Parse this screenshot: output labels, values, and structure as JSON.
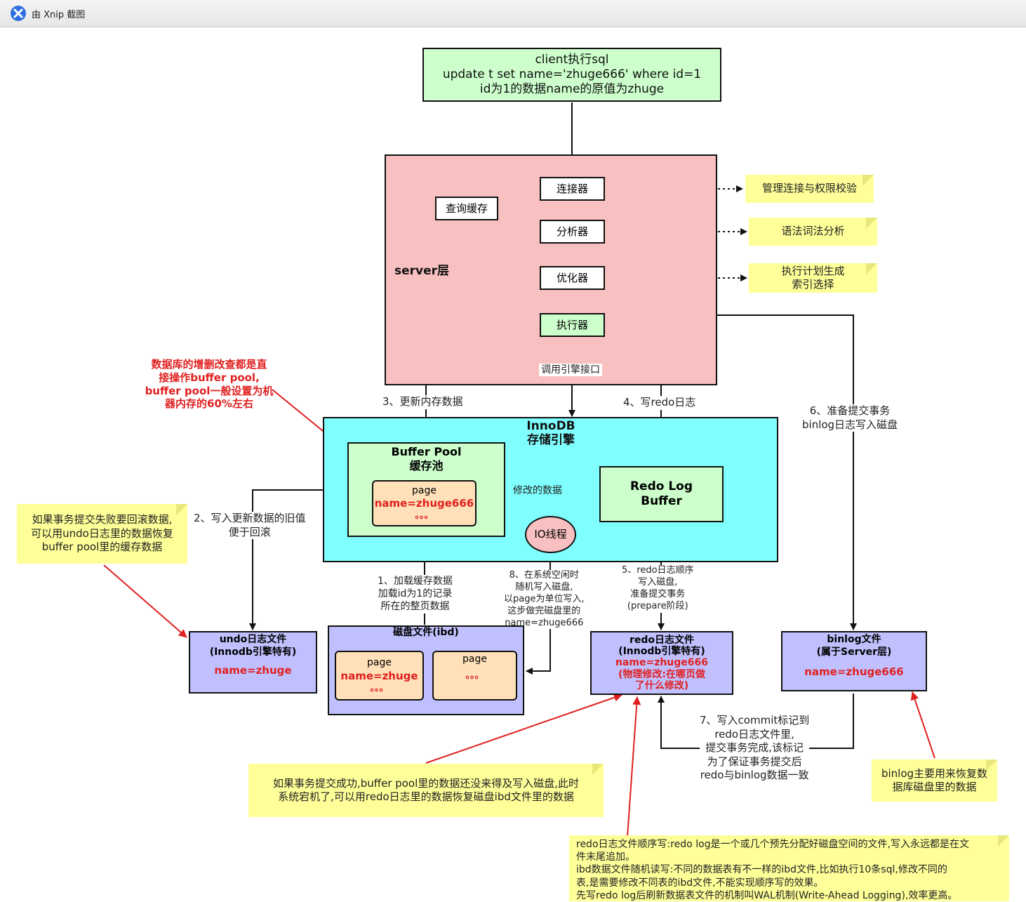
{
  "window": {
    "title": "由 Xnip 截图"
  },
  "client": {
    "line1": "client执行sql",
    "line2": "update t set name='zhuge666' where id=1",
    "line3": "id为1的数据name的原值为zhuge"
  },
  "server": {
    "label": "server层",
    "connector": "连接器",
    "query_cache": "查询缓存",
    "analyzer": "分析器",
    "optimizer": "优化器",
    "executor": "执行器",
    "call_engine": "调用引擎接口"
  },
  "notes": {
    "connector": "管理连接与权限校验",
    "analyzer": "语法词法分析",
    "optimizer_l1": "执行计划生成",
    "optimizer_l2": "索引选择",
    "undo_l1": "如果事务提交失败要回滚数据,",
    "undo_l2": "可以用undo日志里的数据恢复",
    "undo_l3": "buffer pool里的缓存数据",
    "redo_l1": "如果事务提交成功,buffer pool里的数据还没来得及写入磁盘,此时",
    "redo_l2": "系统宕机了,可以用redo日志里的数据恢复磁盘ibd文件里的数据",
    "binlog_l1": "binlog主要用来恢复数",
    "binlog_l2": "据库磁盘里的数据",
    "wal_l1": "redo日志文件顺序写:redo log是一个或几个预先分配好磁盘空间的文件,写入永远都是在文",
    "wal_l2": "件末尾追加。",
    "wal_l3": "ibd数据文件随机读写:不同的数据表有不一样的ibd文件,比如执行10条sql,修改不同的",
    "wal_l4": "表,是需要修改不同表的ibd文件,不能实现顺序写的效果。",
    "wal_l5": "先写redo log后刷新数据表文件的机制叫WAL机制(Write-Ahead Logging),效率更高。"
  },
  "red_annotation": {
    "l1": "数据库的增删改查都是直",
    "l2": "接操作buffer pool,",
    "l3": "buffer pool一般设置为机",
    "l4": "器内存的60%左右"
  },
  "innodb": {
    "title_l1": "InnoDB",
    "title_l2": "存储引擎",
    "buffer_pool_l1": "Buffer Pool",
    "buffer_pool_l2": "缓存池",
    "page_title": "page",
    "page_value": "name=zhuge666",
    "page_dots": "。。。",
    "modified_data": "修改的数据",
    "io_thread": "IO线程",
    "redo_buffer_l1": "Redo Log",
    "redo_buffer_l2": "Buffer"
  },
  "steps": {
    "s1_l1": "1、加载缓存数据",
    "s1_l2": "加载id为1的记录",
    "s1_l3": "所在的整页数据",
    "s2_l1": "2、写入更新数据的旧值",
    "s2_l2": "便于回滚",
    "s3": "3、更新内存数据",
    "s4": "4、写redo日志",
    "s5_l1": "5、redo日志顺序",
    "s5_l2": "写入磁盘,",
    "s5_l3": "准备提交事务",
    "s5_l4": "(prepare阶段)",
    "s6_l1": "6、准备提交事务",
    "s6_l2": "binlog日志写入磁盘",
    "s7_l1": "7、写入commit标记到",
    "s7_l2": "redo日志文件里,",
    "s7_l3": "提交事务完成,该标记",
    "s7_l4": "为了保证事务提交后",
    "s7_l5": "redo与binlog数据一致",
    "s8_l1": "8、在系统空闲时",
    "s8_l2": "随机写入磁盘,",
    "s8_l3": "以page为单位写入,",
    "s8_l4": "这步做完磁盘里的",
    "s8_l5": "name=zhuge666"
  },
  "files": {
    "undo_l1": "undo日志文件",
    "undo_l2": "(Innodb引擎特有)",
    "undo_value": "name=zhuge",
    "disk_title": "磁盘文件(ibd)",
    "disk_page1_title": "page",
    "disk_page1_value": "name=zhuge",
    "disk_page1_dots": "。。。",
    "disk_page2_title": "page",
    "disk_page2_dots": "。。。",
    "redo_l1": "redo日志文件",
    "redo_l2": "(Innodb引擎特有)",
    "redo_value": "name=zhuge666",
    "redo_desc_l1": "(物理修改:在哪页做",
    "redo_desc_l2": "了什么修改)",
    "binlog_l1": "binlog文件",
    "binlog_l2": "(属于Server层)",
    "binlog_value": "name=zhuge666"
  },
  "colors": {
    "client_fill": "#ccffcc",
    "server_fill": "#f8c0c0",
    "innodb_fill": "#80ffff",
    "buffer_fill": "#ccffcc",
    "page_fill": "#ffe0b8",
    "io_fill": "#f8c0c0",
    "file_fill": "#c0c0ff",
    "note_fill": "#ffff99",
    "accent_red": "#e02020"
  }
}
